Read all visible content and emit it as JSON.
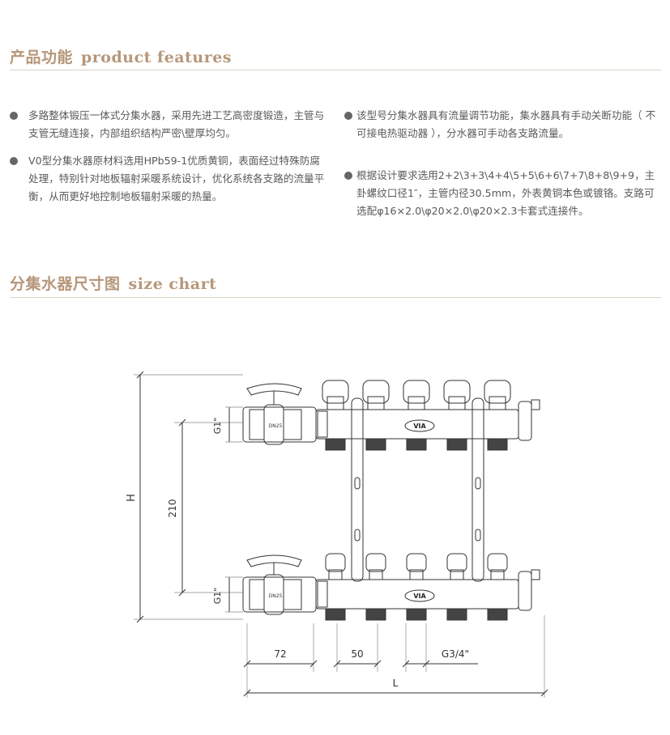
{
  "features_section": {
    "title_cn": "产品功能",
    "title_en": "product features"
  },
  "features": [
    {
      "text": "多路整体锻压一体式分集水器，采用先进工艺高密度锻造，主管与支管无缝连接，内部组织结构严密\\壁厚均匀。"
    },
    {
      "text": "V0型分集水器原材料选用HPb59-1优质黄铜，表面经过特殊防腐处理，特别针对地板辐射采暖系统设计，优化系统各支路的流量平衡，从而更好地控制地板辐射采暖的热量。"
    },
    {
      "text": "该型号分集水器具有流量调节功能，集水器具有手动关断功能（ 不可接电热驱动器 ），分水器可手动各支路流量。"
    },
    {
      "text": "根据设计要求选用2+2\\3+3\\4+4\\5+5\\6+6\\7+7\\8+8\\9+9，主卦螺纹口径1″，主管内径30.5mm，外表黄铜本色或镀铬。支路可选配φ16×2.0\\φ20×2.0\\φ20×2.3卡套式连接件。"
    }
  ],
  "size_section": {
    "title_cn": "分集水器尺寸图",
    "title_en": "size chart"
  },
  "diagram": {
    "dim_H": "H",
    "dim_210": "210",
    "dim_g1_top": "G1\"",
    "dim_g1_bottom": "G1\"",
    "dim_72": "72",
    "dim_50": "50",
    "dim_g34": "G3/4\"",
    "dim_L": "L",
    "label_dn25_top": "DN25",
    "label_dn25_bottom": "DN25",
    "brand_top": "VIA",
    "brand_bottom": "VIA"
  }
}
